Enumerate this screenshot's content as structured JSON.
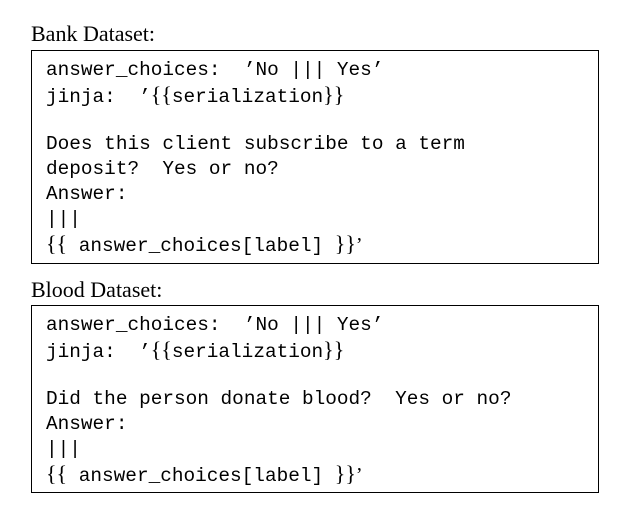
{
  "bank": {
    "heading": "Bank Dataset:",
    "answer_choices_line": "answer_choices:  ’No ||| Yes’",
    "jinja_prefix": "jinja:  ’",
    "jinja_open": "{{",
    "jinja_var": "serialization",
    "jinja_close": "}}",
    "question_line1": "Does this client subscribe to a term",
    "question_line2": "deposit?  Yes or no?",
    "answer_label": "Answer:",
    "separator": "|||",
    "template_open": "{{",
    "template_var": " answer_choices[label] ",
    "template_close": "}}",
    "template_quote": "’"
  },
  "blood": {
    "heading": "Blood Dataset:",
    "answer_choices_line": "answer_choices:  ’No ||| Yes’",
    "jinja_prefix": "jinja:  ’",
    "jinja_open": "{{",
    "jinja_var": "serialization",
    "jinja_close": "}}",
    "question_line1": "Did the person donate blood?  Yes or no?",
    "answer_label": "Answer:",
    "separator": "|||",
    "template_open": "{{",
    "template_var": " answer_choices[label] ",
    "template_close": "}}",
    "template_quote": "’"
  }
}
